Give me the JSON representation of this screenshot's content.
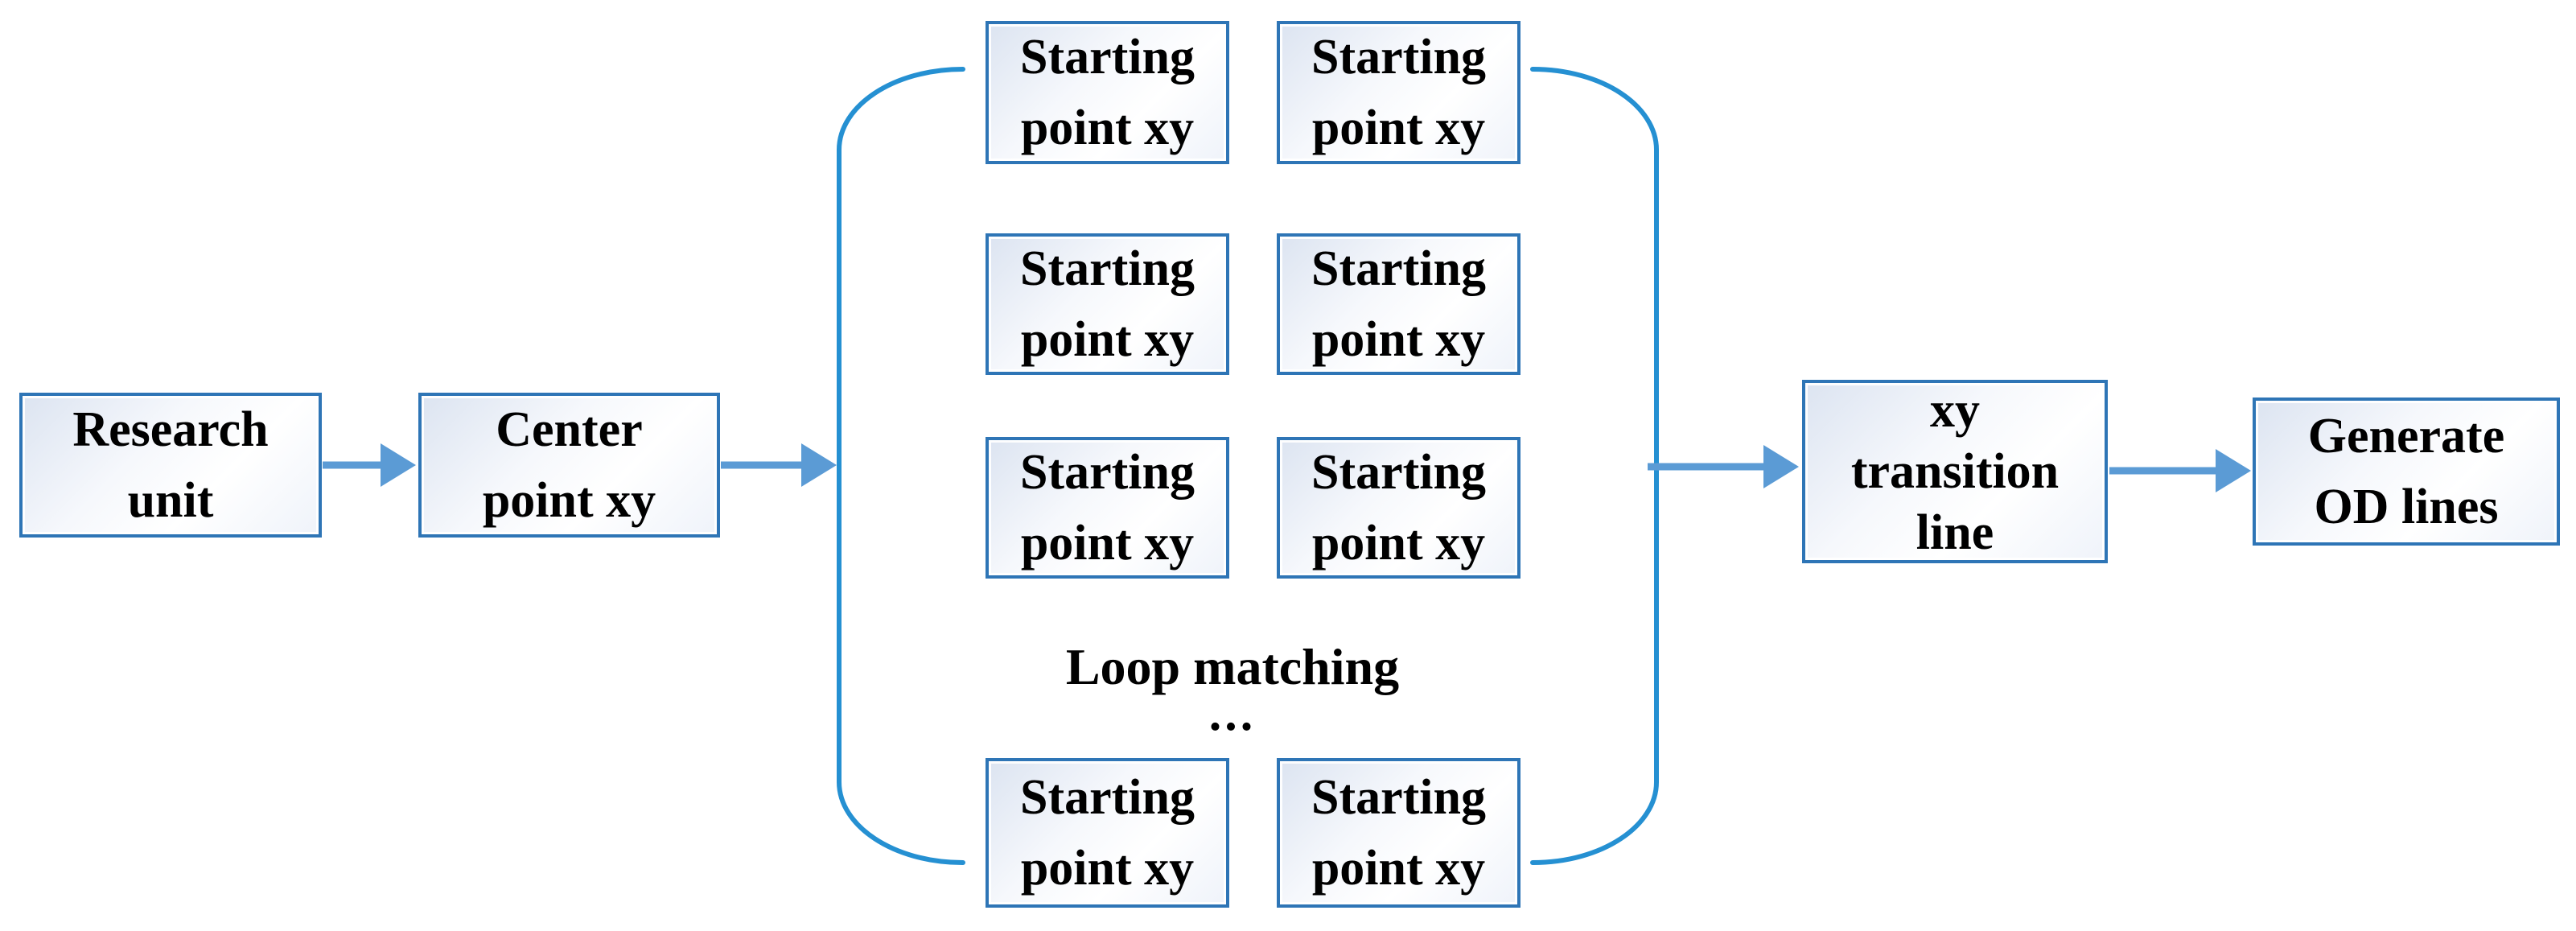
{
  "figure": {
    "nodes": {
      "research_unit": {
        "lines": [
          "Research",
          "unit"
        ]
      },
      "center_point": {
        "lines": [
          "Center",
          "point xy"
        ]
      },
      "starting_point": {
        "lines": [
          "Starting",
          "point xy"
        ]
      },
      "xy_transition": {
        "lines": [
          "xy",
          "transition",
          "line"
        ]
      },
      "generate_od": {
        "lines": [
          "Generate",
          "OD lines"
        ]
      }
    },
    "labels": {
      "loop_matching": "Loop matching",
      "ellipsis": "..."
    }
  },
  "colors": {
    "box_border": "#2E75B6",
    "arrow": "#5B9BD5",
    "bracket": "#2590D2",
    "text": "#000000"
  }
}
